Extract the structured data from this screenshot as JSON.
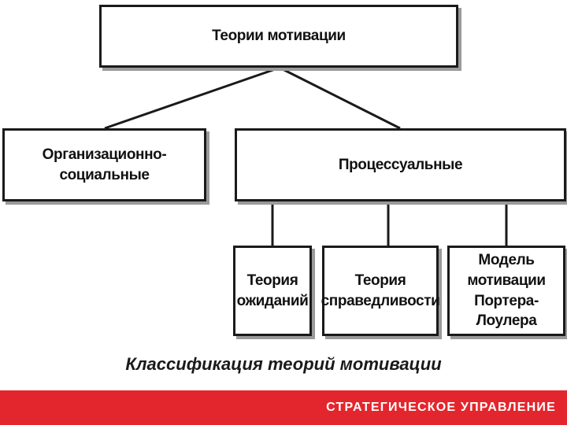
{
  "diagram": {
    "root": "Теории мотивации",
    "level1": [
      "Организационно-социальные",
      "Процессуальные"
    ],
    "level2": [
      "Теория\nожиданий",
      "Теория\nсправедливости",
      "Модель\nмотивации\nПортера-Лоулера"
    ]
  },
  "caption": "Классификация теорий мотивации",
  "footer": {
    "text": "СТРАТЕГИЧЕСКОЕ УПРАВЛЕНИЕ",
    "color": "#e3262d"
  }
}
